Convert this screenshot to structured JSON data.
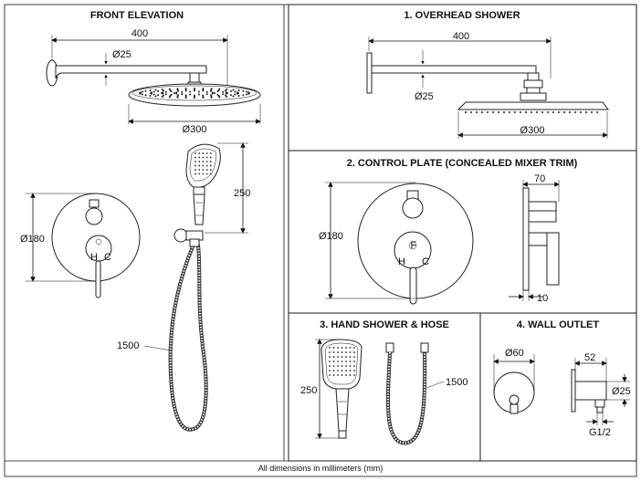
{
  "panels": {
    "front": {
      "title": "FRONT  ELEVATION"
    },
    "overhead": {
      "title": "1. OVERHEAD SHOWER"
    },
    "control": {
      "title": "2. CONTROL PLATE (CONCEALED MIXER TRIM)"
    },
    "hand": {
      "title": "3. HAND SHOWER & HOSE"
    },
    "outlet": {
      "title": "4. WALL OUTLET"
    }
  },
  "dims": {
    "arm_length": "400",
    "arm_dia": "Ø25",
    "head_dia": "Ø300",
    "handset_height": "250",
    "plate_dia": "Ø180",
    "hose_length": "1500",
    "trim_depth": "70",
    "plate_thickness": "10",
    "outlet_dia": "Ø60",
    "outlet_depth": "52",
    "outlet_pipe": "Ø25",
    "outlet_thread": "G1/2"
  },
  "handle_labels": {
    "hot": "H",
    "cold": "C",
    "logo": "F"
  },
  "footer": "All dimensions in millimeters (mm)"
}
